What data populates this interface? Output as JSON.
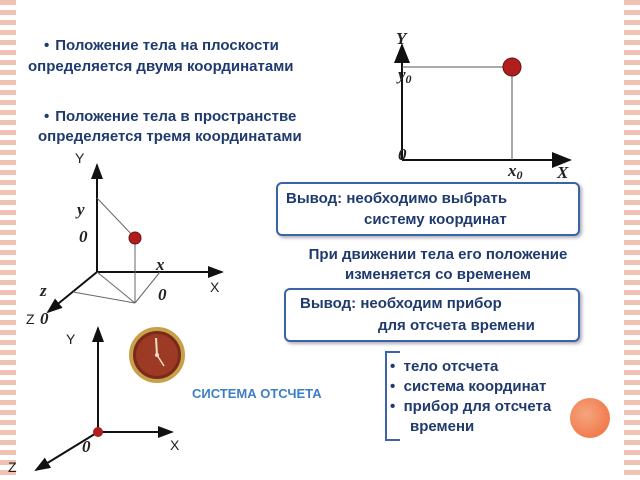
{
  "bullets": {
    "plane_l1": "Положение тела на плоскости",
    "plane_l2": "определяется  двумя  координатами",
    "space_l1": "Положение тела в пространстве",
    "space_l2": "определяется  тремя координатами",
    "bullet_char": "•"
  },
  "plane_graph": {
    "y_axis": "Y",
    "y0": "y",
    "y0_sub": "0",
    "origin": "0",
    "x0": "x",
    "x0_sub": "0",
    "x_axis": "X"
  },
  "conclusion1": {
    "label": "Вывод",
    "line1": ": необходимо выбрать",
    "line2": "систему  координат"
  },
  "motion_text": {
    "line1": "При движении тела его положение",
    "line2": "изменяется со временем"
  },
  "conclusion2": {
    "label": "Вывод",
    "line1": ": необходим   прибор",
    "line2": "для отсчета времени"
  },
  "space_graph": {
    "y_axis": "Y",
    "y": "y",
    "y_sub": "0",
    "x": "x",
    "x_sub": "0",
    "x_axis": "X",
    "z": "z",
    "z_sub": "0",
    "z_axis": "Z"
  },
  "frame_graph": {
    "y_axis": "Y",
    "origin": "0",
    "x_axis": "X",
    "z_axis": "Z"
  },
  "system_label": "СИСТЕМА ОТСЧЕТА",
  "list": {
    "items": [
      "тело отсчета",
      "система координат",
      "прибор для отсчета"
    ],
    "item3_cont": "времени",
    "bullet_char": "•"
  },
  "colors": {
    "text": "#1f3a6e",
    "box_border": "#3b63a8",
    "point": "#b01e1e",
    "accent_orange": "#ef6b3a",
    "system_label": "#3d7fc4",
    "stripes": "#f0c2b4"
  },
  "icons": [
    "clock-icon",
    "bullet-icon",
    "brace-icon"
  ]
}
